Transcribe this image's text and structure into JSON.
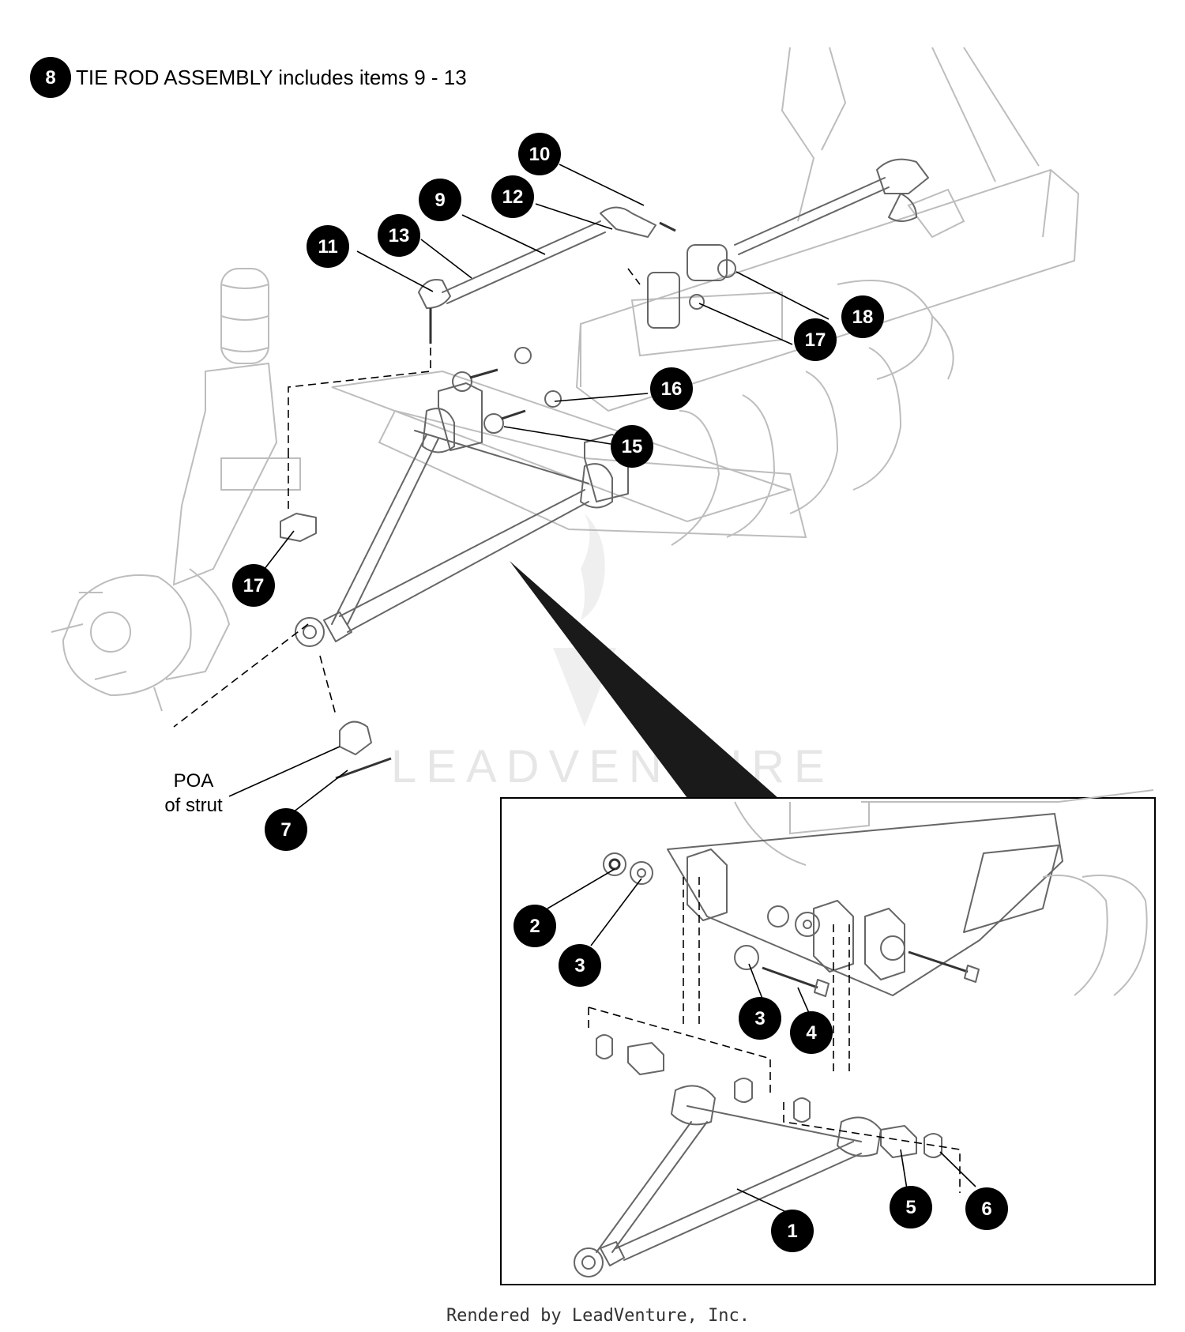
{
  "header": {
    "badge": "8",
    "text": "TIE ROD ASSEMBLY includes items 9 - 13"
  },
  "callouts": {
    "c9": "9",
    "c10": "10",
    "c11": "11",
    "c12": "12",
    "c13": "13",
    "c15": "15",
    "c16": "16",
    "c17a": "17",
    "c17b": "17",
    "c18": "18",
    "c7": "7",
    "d1": "1",
    "d2": "2",
    "d3a": "3",
    "d3b": "3",
    "d4": "4",
    "d5": "5",
    "d6": "6"
  },
  "strut_note": {
    "line1": "POA",
    "line2": "of strut"
  },
  "watermark": "LEADVENTURE",
  "footer": "Rendered by LeadVenture, Inc."
}
